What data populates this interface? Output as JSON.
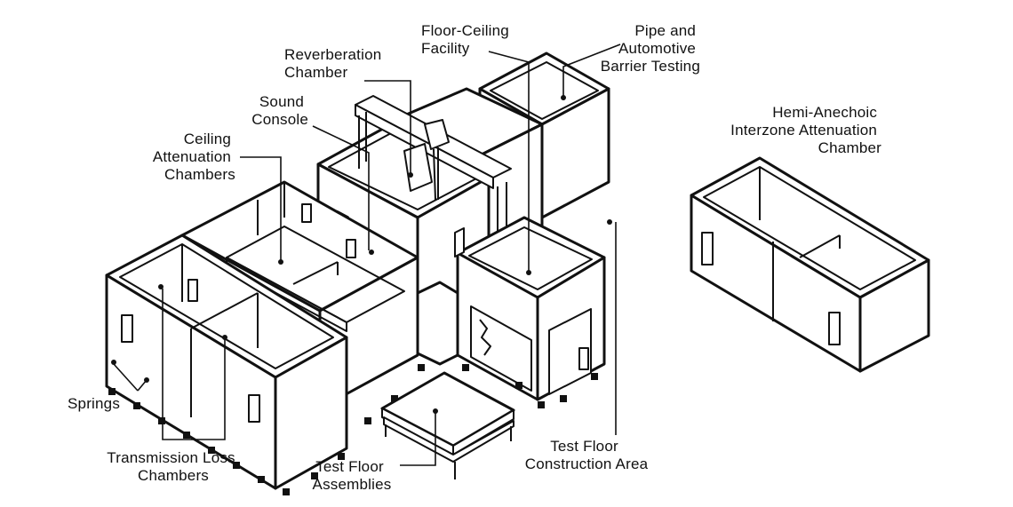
{
  "labels": {
    "reverberation_chamber": [
      "Reverberation",
      "Chamber"
    ],
    "floor_ceiling_facility": [
      "Floor-Ceiling",
      "Facility"
    ],
    "pipe_automotive": [
      "Pipe and",
      "Automotive",
      "Barrier Testing"
    ],
    "sound_console": [
      "Sound",
      "Console"
    ],
    "ceiling_attenuation": [
      "Ceiling",
      "Attenuation",
      "Chambers"
    ],
    "hemi_anechoic": [
      "Hemi-Anechoic",
      "Interzone Attenuation",
      "Chamber"
    ],
    "springs": [
      "Springs"
    ],
    "transmission_loss": [
      "Transmission Loss",
      "Chambers"
    ],
    "test_floor_assemblies": [
      "Test Floor",
      "Assemblies"
    ],
    "test_floor_construction": [
      "Test Floor",
      "Construction Area"
    ]
  },
  "colors": {
    "ink": "#111111",
    "background": "#ffffff"
  }
}
